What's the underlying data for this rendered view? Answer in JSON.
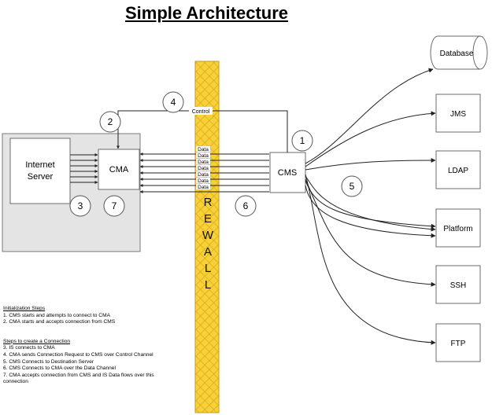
{
  "title": "Simple Architecture",
  "firewall_letters": [
    "R",
    "E",
    "W",
    "A",
    "L",
    "L"
  ],
  "nodes": {
    "internet_server": [
      "Internet",
      "Server"
    ],
    "cma": "CMA",
    "cms": "CMS",
    "database": "Database",
    "jms": "JMS",
    "ldap": "LDAP",
    "platform": "Platform",
    "ssh": "SSH",
    "ftp": "FTP"
  },
  "step_markers": [
    "1",
    "2",
    "3",
    "4",
    "5",
    "6",
    "7"
  ],
  "channel_labels": {
    "control": "Control",
    "data": [
      "Data",
      "Data",
      "Data",
      "Data",
      "Data",
      "Data",
      "Data"
    ]
  },
  "notes": {
    "init_heading": "Initialization Steps",
    "init_steps": [
      "1.  CMS starts and attempts to connect to CMA",
      "2.  CMA starts and accepts connection from CMS"
    ],
    "conn_heading": "Steps to create a Connection",
    "conn_steps": [
      "3.   IS connects to CMA",
      "4.  CMA sends Connection Request to CMS over Control Channel",
      "5.  CMS Connects to Destination Server",
      "6.  CMS Connects to CMA over the Data Channel",
      "7.  CMA accepts connection from CMS and IS Data flows over this connection"
    ]
  },
  "colors": {
    "firewall_fill": "#f6d23a",
    "firewall_grid": "#e3a61c",
    "zone_fill": "#e4e4e4",
    "box_border": "#6b6b6b",
    "line": "#222222"
  }
}
